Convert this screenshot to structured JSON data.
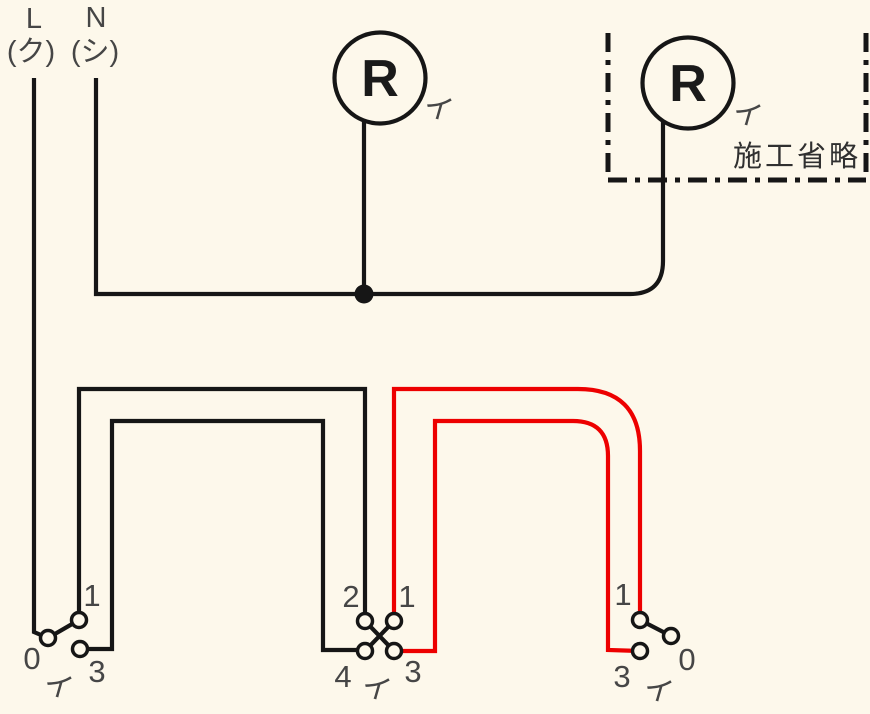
{
  "colors": {
    "bg": "#FDF8EB",
    "wire": "#161616",
    "wire_red": "#ED0000",
    "label": "#464646",
    "note": "#303030"
  },
  "power_source": {
    "live": {
      "label": "L",
      "marker": "(ク)"
    },
    "neutral": {
      "label": "N",
      "marker": "(シ)"
    }
  },
  "lamps": {
    "left": {
      "symbol": "R",
      "circuit": "イ"
    },
    "right": {
      "symbol": "R",
      "circuit": "イ"
    }
  },
  "omission": {
    "label": "施工省略"
  },
  "switches": {
    "left_three_way": {
      "circuit": "イ",
      "terminal_0": "0",
      "terminal_1": "1",
      "terminal_3": "3"
    },
    "four_way": {
      "circuit": "イ",
      "terminal_1": "1",
      "terminal_2": "2",
      "terminal_3": "3",
      "terminal_4": "4"
    },
    "right_three_way": {
      "circuit": "イ",
      "terminal_0": "0",
      "terminal_1": "1",
      "terminal_3": "3"
    }
  }
}
